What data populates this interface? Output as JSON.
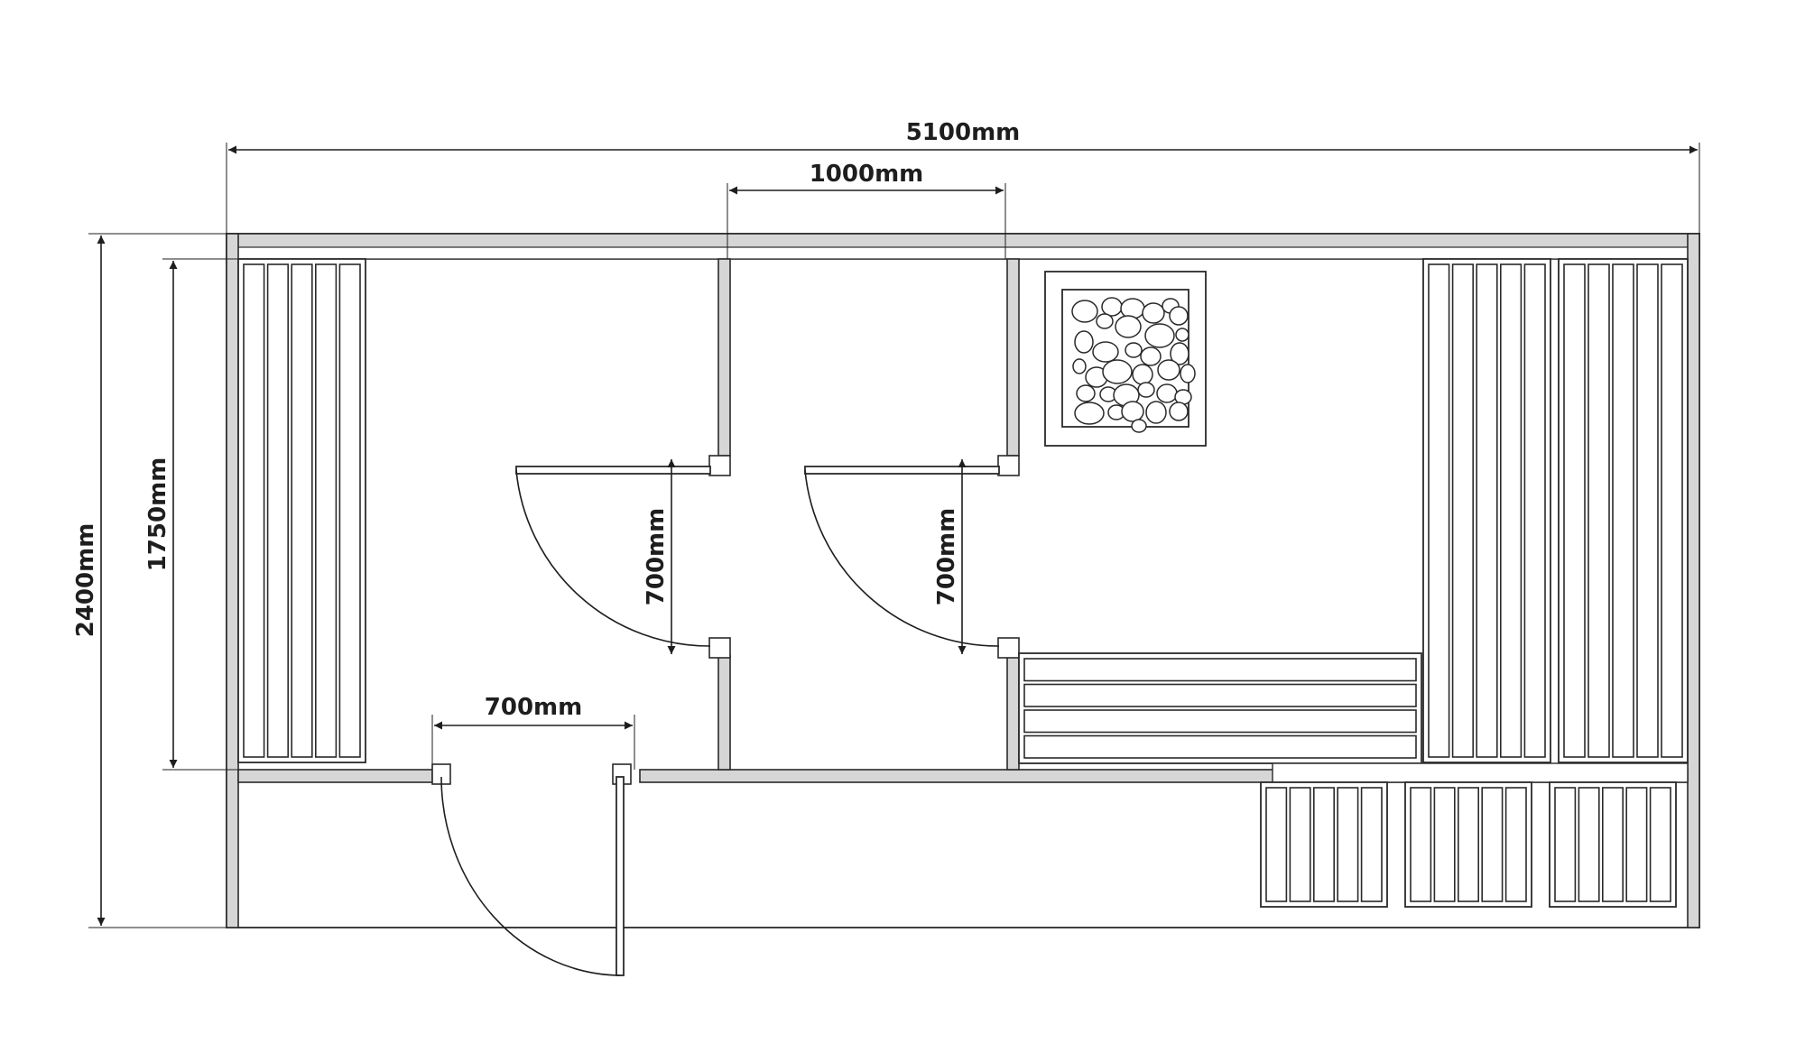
{
  "dimensions": {
    "overall_width": "5100mm",
    "partition_spacing": "1000mm",
    "overall_depth": "2400mm",
    "room_depth": "1750mm",
    "door_inner_1": "700mm",
    "door_inner_2": "700mm",
    "door_entry": "700mm"
  },
  "colors": {
    "line": "#2a2a2a",
    "wall_fill": "#d6d6d6",
    "background": "#ffffff"
  },
  "icons": {
    "arrowhead": "arrowhead-icon",
    "heater": "stove-stones-icon"
  }
}
